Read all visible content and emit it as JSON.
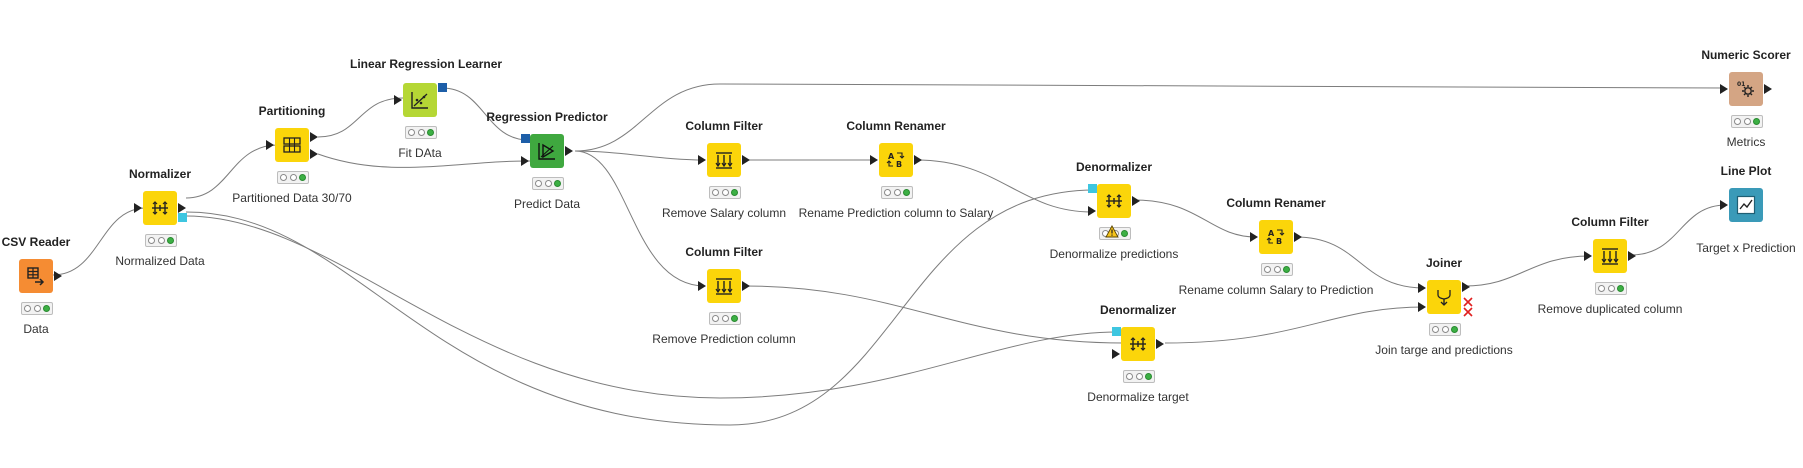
{
  "colors": {
    "source": "#f58c33",
    "manipulator": "#fbd50a",
    "learner": "#b5d735",
    "predictor": "#3fa83f",
    "scorer": "#d4a584",
    "view": "#3a9ab8",
    "model_port": "#1d5ea8",
    "data_port_cyan": "#3ec6e0",
    "status_green": "#3cb044",
    "wire": "#7d7d7d"
  },
  "nodes": {
    "csv_reader": {
      "title": "CSV Reader",
      "label": "Data",
      "icon": "table-arrow-icon",
      "status": [
        "off",
        "off",
        "on"
      ]
    },
    "normalizer": {
      "title": "Normalizer",
      "label": "Normalized Data",
      "icon": "normalize-arrows-icon",
      "status": [
        "off",
        "off",
        "on"
      ]
    },
    "partitioning": {
      "title": "Partitioning",
      "label": "Partitioned Data 30/70",
      "icon": "grid-split-icon",
      "status": [
        "off",
        "off",
        "on"
      ]
    },
    "lr_learner": {
      "title": "Linear Regression Learner",
      "label": "Fit DAta",
      "icon": "scatter-line-icon",
      "status": [
        "off",
        "off",
        "on"
      ]
    },
    "predictor": {
      "title": "Regression Predictor",
      "label": "Predict Data",
      "icon": "predict-play-icon",
      "status": [
        "off",
        "off",
        "on"
      ]
    },
    "col_filter_1": {
      "title": "Column Filter",
      "label": "Remove Salary column",
      "icon": "filter-columns-icon",
      "status": [
        "off",
        "off",
        "on"
      ]
    },
    "col_filter_2": {
      "title": "Column Filter",
      "label": "Remove Prediction column",
      "icon": "filter-columns-icon",
      "status": [
        "off",
        "off",
        "on"
      ]
    },
    "col_renamer_1": {
      "title": "Column Renamer",
      "label": "Rename Prediction column to Salary",
      "icon": "rename-ab-icon",
      "status": [
        "off",
        "off",
        "on"
      ]
    },
    "denorm_1": {
      "title": "Denormalizer",
      "label": "Denormalize predictions",
      "icon": "normalize-arrows-icon",
      "status": [
        "off",
        "off",
        "on"
      ],
      "warning": true
    },
    "denorm_2": {
      "title": "Denormalizer",
      "label": "Denormalize target",
      "icon": "normalize-arrows-icon",
      "status": [
        "off",
        "off",
        "on"
      ]
    },
    "col_renamer_2": {
      "title": "Column Renamer",
      "label": "Rename  column Salary to Prediction",
      "icon": "rename-ab-icon",
      "status": [
        "off",
        "off",
        "on"
      ]
    },
    "joiner": {
      "title": "Joiner",
      "label": "Join targe and predictions",
      "icon": "join-icon",
      "status": [
        "off",
        "off",
        "on"
      ]
    },
    "col_filter_3": {
      "title": "Column Filter",
      "label": "Remove duplicated column",
      "icon": "filter-columns-icon",
      "status": [
        "off",
        "off",
        "on"
      ]
    },
    "numeric_scorer": {
      "title": "Numeric Scorer",
      "label": "Metrics",
      "icon": "scorer-gear-icon",
      "status": [
        "off",
        "off",
        "on"
      ]
    },
    "line_plot": {
      "title": "Line Plot",
      "label": "Target x Prediction",
      "icon": "line-chart-icon",
      "status": [
        "off",
        "off",
        "on"
      ]
    }
  }
}
